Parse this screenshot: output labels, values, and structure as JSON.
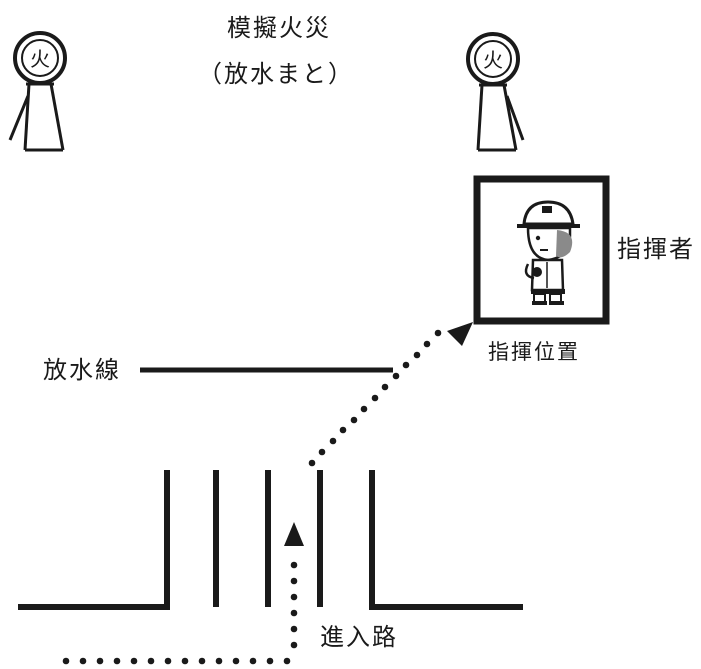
{
  "header": {
    "title": "模擬火災",
    "subtitle": "（放水まと）"
  },
  "targets": [
    {
      "icon": "fire-target-icon",
      "glyph": "火"
    },
    {
      "icon": "fire-target-icon",
      "glyph": "火"
    }
  ],
  "labels": {
    "commander": "指揮者",
    "command_position": "指揮位置",
    "water_line": "放水線",
    "entry_path": "進入路"
  },
  "colors": {
    "ink": "#1a1a1a",
    "face_shade": "#8a8a8a",
    "background": "#ffffff"
  }
}
